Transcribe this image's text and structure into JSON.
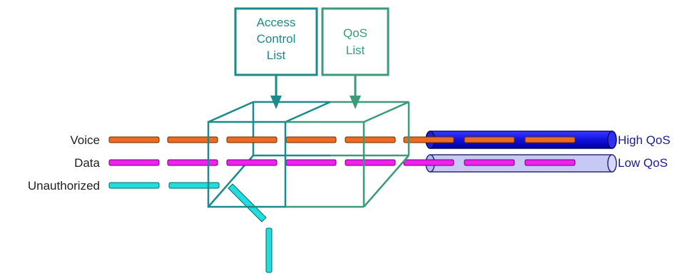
{
  "access_control_list": {
    "lines": [
      "Access",
      "Control",
      "List"
    ]
  },
  "qos_list": {
    "lines": [
      "QoS",
      "List"
    ]
  },
  "traffic_labels": {
    "voice": "Voice",
    "data": "Data",
    "unauthorized": "Unauthorized"
  },
  "output_labels": {
    "high": "High QoS",
    "low": "Low QoS"
  },
  "colors": {
    "acl": "#1a8a8a",
    "qos": "#3a9a7a",
    "voice": "#ee6a1e",
    "data": "#ee22ee",
    "unauthorized": "#22dddd",
    "high_pipe": "#1010dd",
    "low_pipe": "#c8c8f4"
  }
}
